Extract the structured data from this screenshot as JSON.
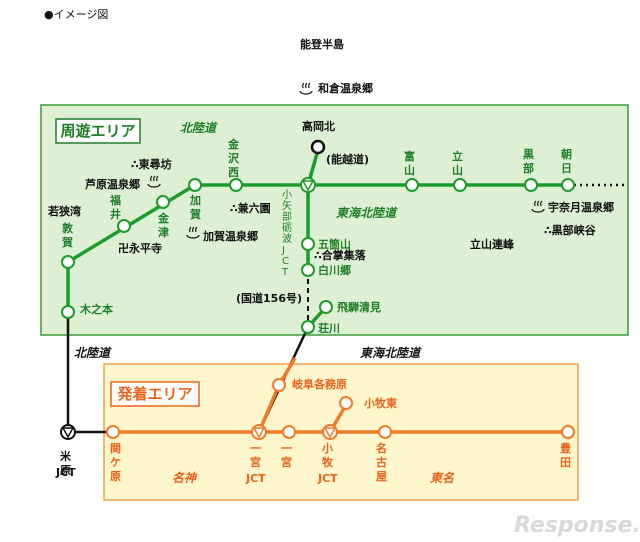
{
  "header": {
    "note": "●イメージ図"
  },
  "places": {
    "noto": "能登半島",
    "wakura": "和倉温泉郷",
    "awara": "芦原温泉郷",
    "tojinbo": "∴東尋坊",
    "eiheiji": "卍永平寺",
    "kenrokuen": "∴兼六園",
    "kaga_onsen": "加賀温泉郷",
    "gokayama_gassho": "∴合掌集落",
    "unazuki": "宇奈月温泉郷",
    "kurobe_gorge": "∴黒部峡谷",
    "tateyama_renpo": "立山連峰",
    "route156": "(国道156号)",
    "noetsu": "(能越道)",
    "wakasa": "若狭湾"
  },
  "areas": {
    "tour": "周遊エリア",
    "depart": "発着エリア"
  },
  "roads": {
    "hokuriku_top": "北陸道",
    "hokuriku_bottom": "北陸道",
    "tokai_hokuriku_top": "東海北陸道",
    "tokai_hokuriku_bottom": "東海北陸道",
    "meishin": "名神",
    "tomei": "東名"
  },
  "stations": {
    "takaoka_kita": "高岡北",
    "toyama": "富山",
    "tateyama": "立山",
    "kurobe": "黒部",
    "asahi": "朝日",
    "kanazawa_nishi": "金沢西",
    "kaga": "加賀",
    "kanazu": "金津",
    "fukui": "福井",
    "tsuruga": "敦賀",
    "kinomoto": "木之本",
    "oyabe": "小矢部砺波JCT",
    "gokayama": "五箇山",
    "shirakawago": "白川郷",
    "hida_kiyomi": "飛騨清見",
    "shokawa": "荘川",
    "gifu_kakamigahara": "岐阜各務原",
    "komaki_higashi": "小牧東",
    "maibara": "米原",
    "maibara_jct": "JCT",
    "sekigahara": "関ケ原",
    "ichinomiya": "一宮",
    "ichinomiya_jct": "JCT",
    "ichinomiya2": "一宮",
    "komaki": "小牧",
    "komaki_jct": "JCT",
    "nagoya": "名古屋",
    "toyota": "豊田"
  },
  "logo": "Response."
}
